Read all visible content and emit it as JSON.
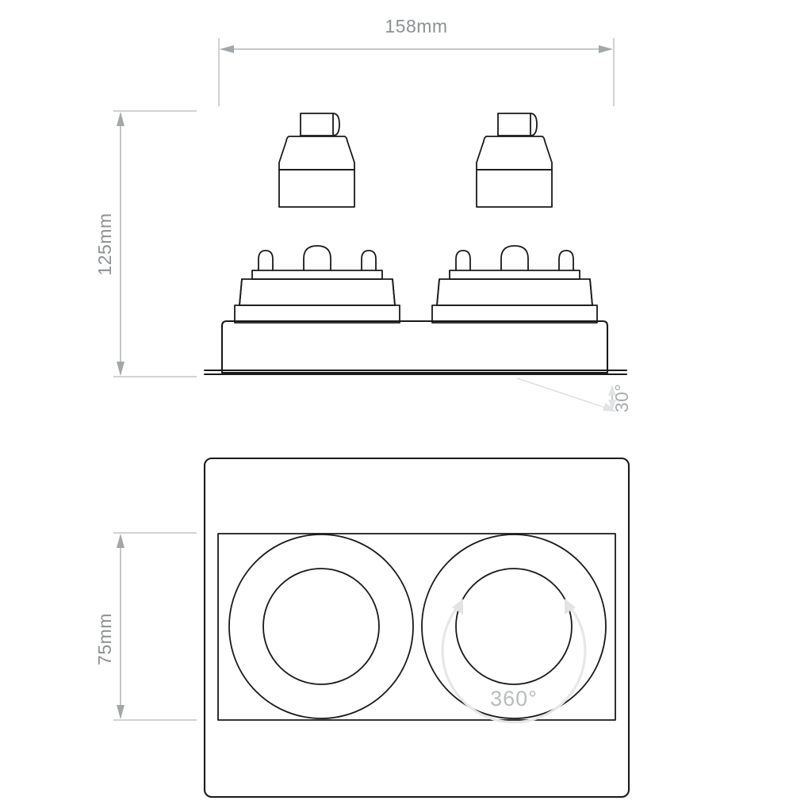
{
  "drawing": {
    "title": "Recessed twin downlight technical drawing",
    "background_color": "#ffffff",
    "line_color": "#1a1a1a",
    "dimension_color": "#8d9093",
    "annotation_color": "#b9bcbe",
    "views": [
      {
        "name": "front-elevation",
        "description": "Front elevation of twin recessed downlight with two lamp modules above two gimbal bodies and a trim flange"
      },
      {
        "name": "plan-view",
        "description": "Plan view of rectangular twin downlight plate with two concentric circular apertures"
      }
    ]
  },
  "dimensions": {
    "width": {
      "label": "158mm",
      "value": 158,
      "unit": "mm",
      "orientation": "horizontal",
      "applies_to": "front-elevation"
    },
    "height": {
      "label": "125mm",
      "value": 125,
      "unit": "mm",
      "orientation": "vertical",
      "applies_to": "front-elevation"
    },
    "depth": {
      "label": "75mm",
      "value": 75,
      "unit": "mm",
      "orientation": "vertical",
      "applies_to": "plan-view"
    }
  },
  "annotations": {
    "tilt": {
      "label": "30°",
      "value": 30,
      "unit": "degrees",
      "meaning": "tilt adjustment angle"
    },
    "rotation": {
      "label": "360°",
      "value": 360,
      "unit": "degrees",
      "meaning": "full rotation adjustment"
    }
  }
}
